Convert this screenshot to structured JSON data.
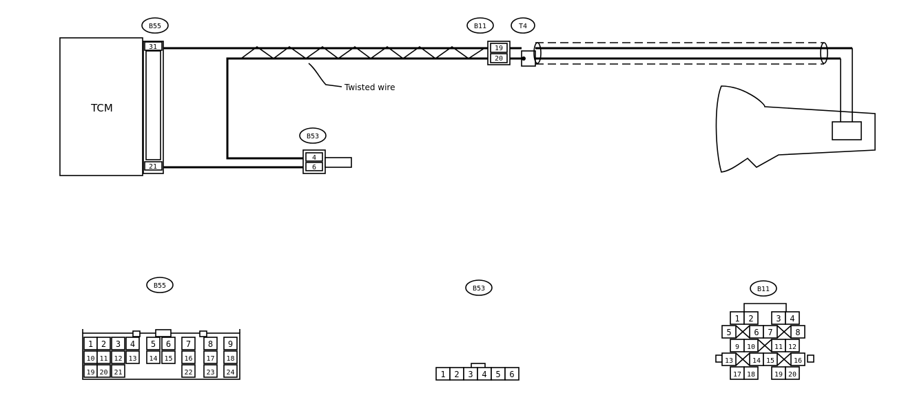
{
  "tcm": {
    "label": "TCM"
  },
  "note": {
    "twisted_wire": "Twisted wire"
  },
  "connectors": {
    "b55": {
      "label": "B55",
      "pin_top": "31",
      "pin_bottom": "21"
    },
    "b11": {
      "label": "B11",
      "pin_top": "19",
      "pin_bottom": "20"
    },
    "t4": {
      "label": "T4"
    },
    "b53": {
      "label": "B53",
      "pin_top": "4",
      "pin_bottom": "6"
    }
  },
  "faces": {
    "b55": {
      "label": "B55",
      "rows": [
        [
          "1",
          "2",
          "3",
          "4",
          "5",
          "6",
          "7",
          "8",
          "9"
        ],
        [
          "10",
          "11",
          "12",
          "13",
          "14",
          "15",
          "16",
          "17",
          "18"
        ],
        [
          "19",
          "20",
          "21",
          "22",
          "23",
          "24"
        ]
      ]
    },
    "b53": {
      "label": "B53",
      "rows": [
        [
          "1",
          "2",
          "3",
          "4",
          "5",
          "6"
        ]
      ]
    },
    "b11": {
      "label": "B11",
      "rows": [
        [
          "1",
          "2",
          "3",
          "4"
        ],
        [
          "5",
          "6",
          "7",
          "8"
        ],
        [
          "9",
          "10",
          "11",
          "12"
        ],
        [
          "13",
          "14",
          "15",
          "16"
        ],
        [
          "17",
          "18",
          "19",
          "20"
        ]
      ]
    }
  }
}
